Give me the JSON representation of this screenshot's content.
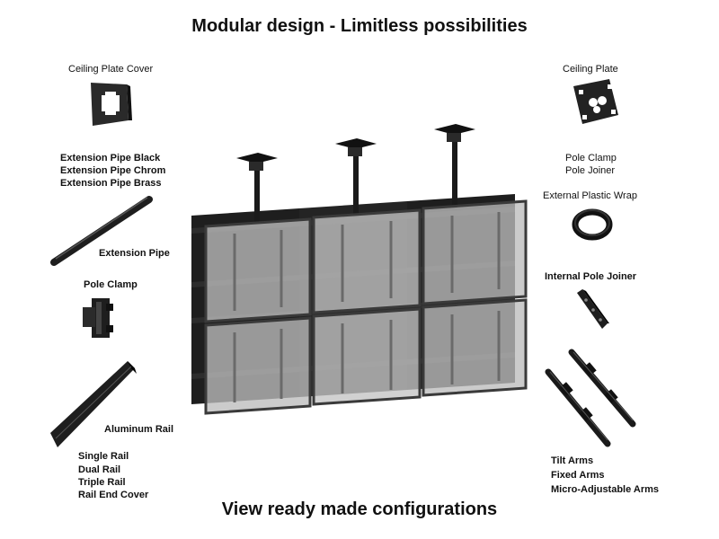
{
  "title": "Modular design - Limitless possibilities",
  "footer": "View ready made configurations",
  "left": {
    "ceiling_plate_cover": "Ceiling Plate Cover",
    "extension_pipe_variants": [
      "Extension Pipe Black",
      "Extension Pipe Chrom",
      "Extension Pipe Brass"
    ],
    "extension_pipe": "Extension Pipe",
    "pole_clamp": "Pole Clamp",
    "aluminum_rail": "Aluminum Rail",
    "rail_variants": [
      "Single Rail",
      "Dual Rail",
      "Triple Rail",
      "Rail End Cover"
    ]
  },
  "right": {
    "ceiling_plate": "Ceiling Plate",
    "pole_clamp": "Pole Clamp",
    "pole_joiner": "Pole Joiner",
    "external_plastic_wrap": "External Plastic Wrap",
    "internal_pole_joiner": "Internal Pole Joiner",
    "arm_variants": [
      "Tilt Arms",
      "Fixed Arms",
      "Micro-Adjustable Arms"
    ]
  },
  "colors": {
    "hardware": "#1e1e1e",
    "screen_fill": "#bdbdbd",
    "screen_frame": "#3a3a3a",
    "text": "#111111"
  }
}
